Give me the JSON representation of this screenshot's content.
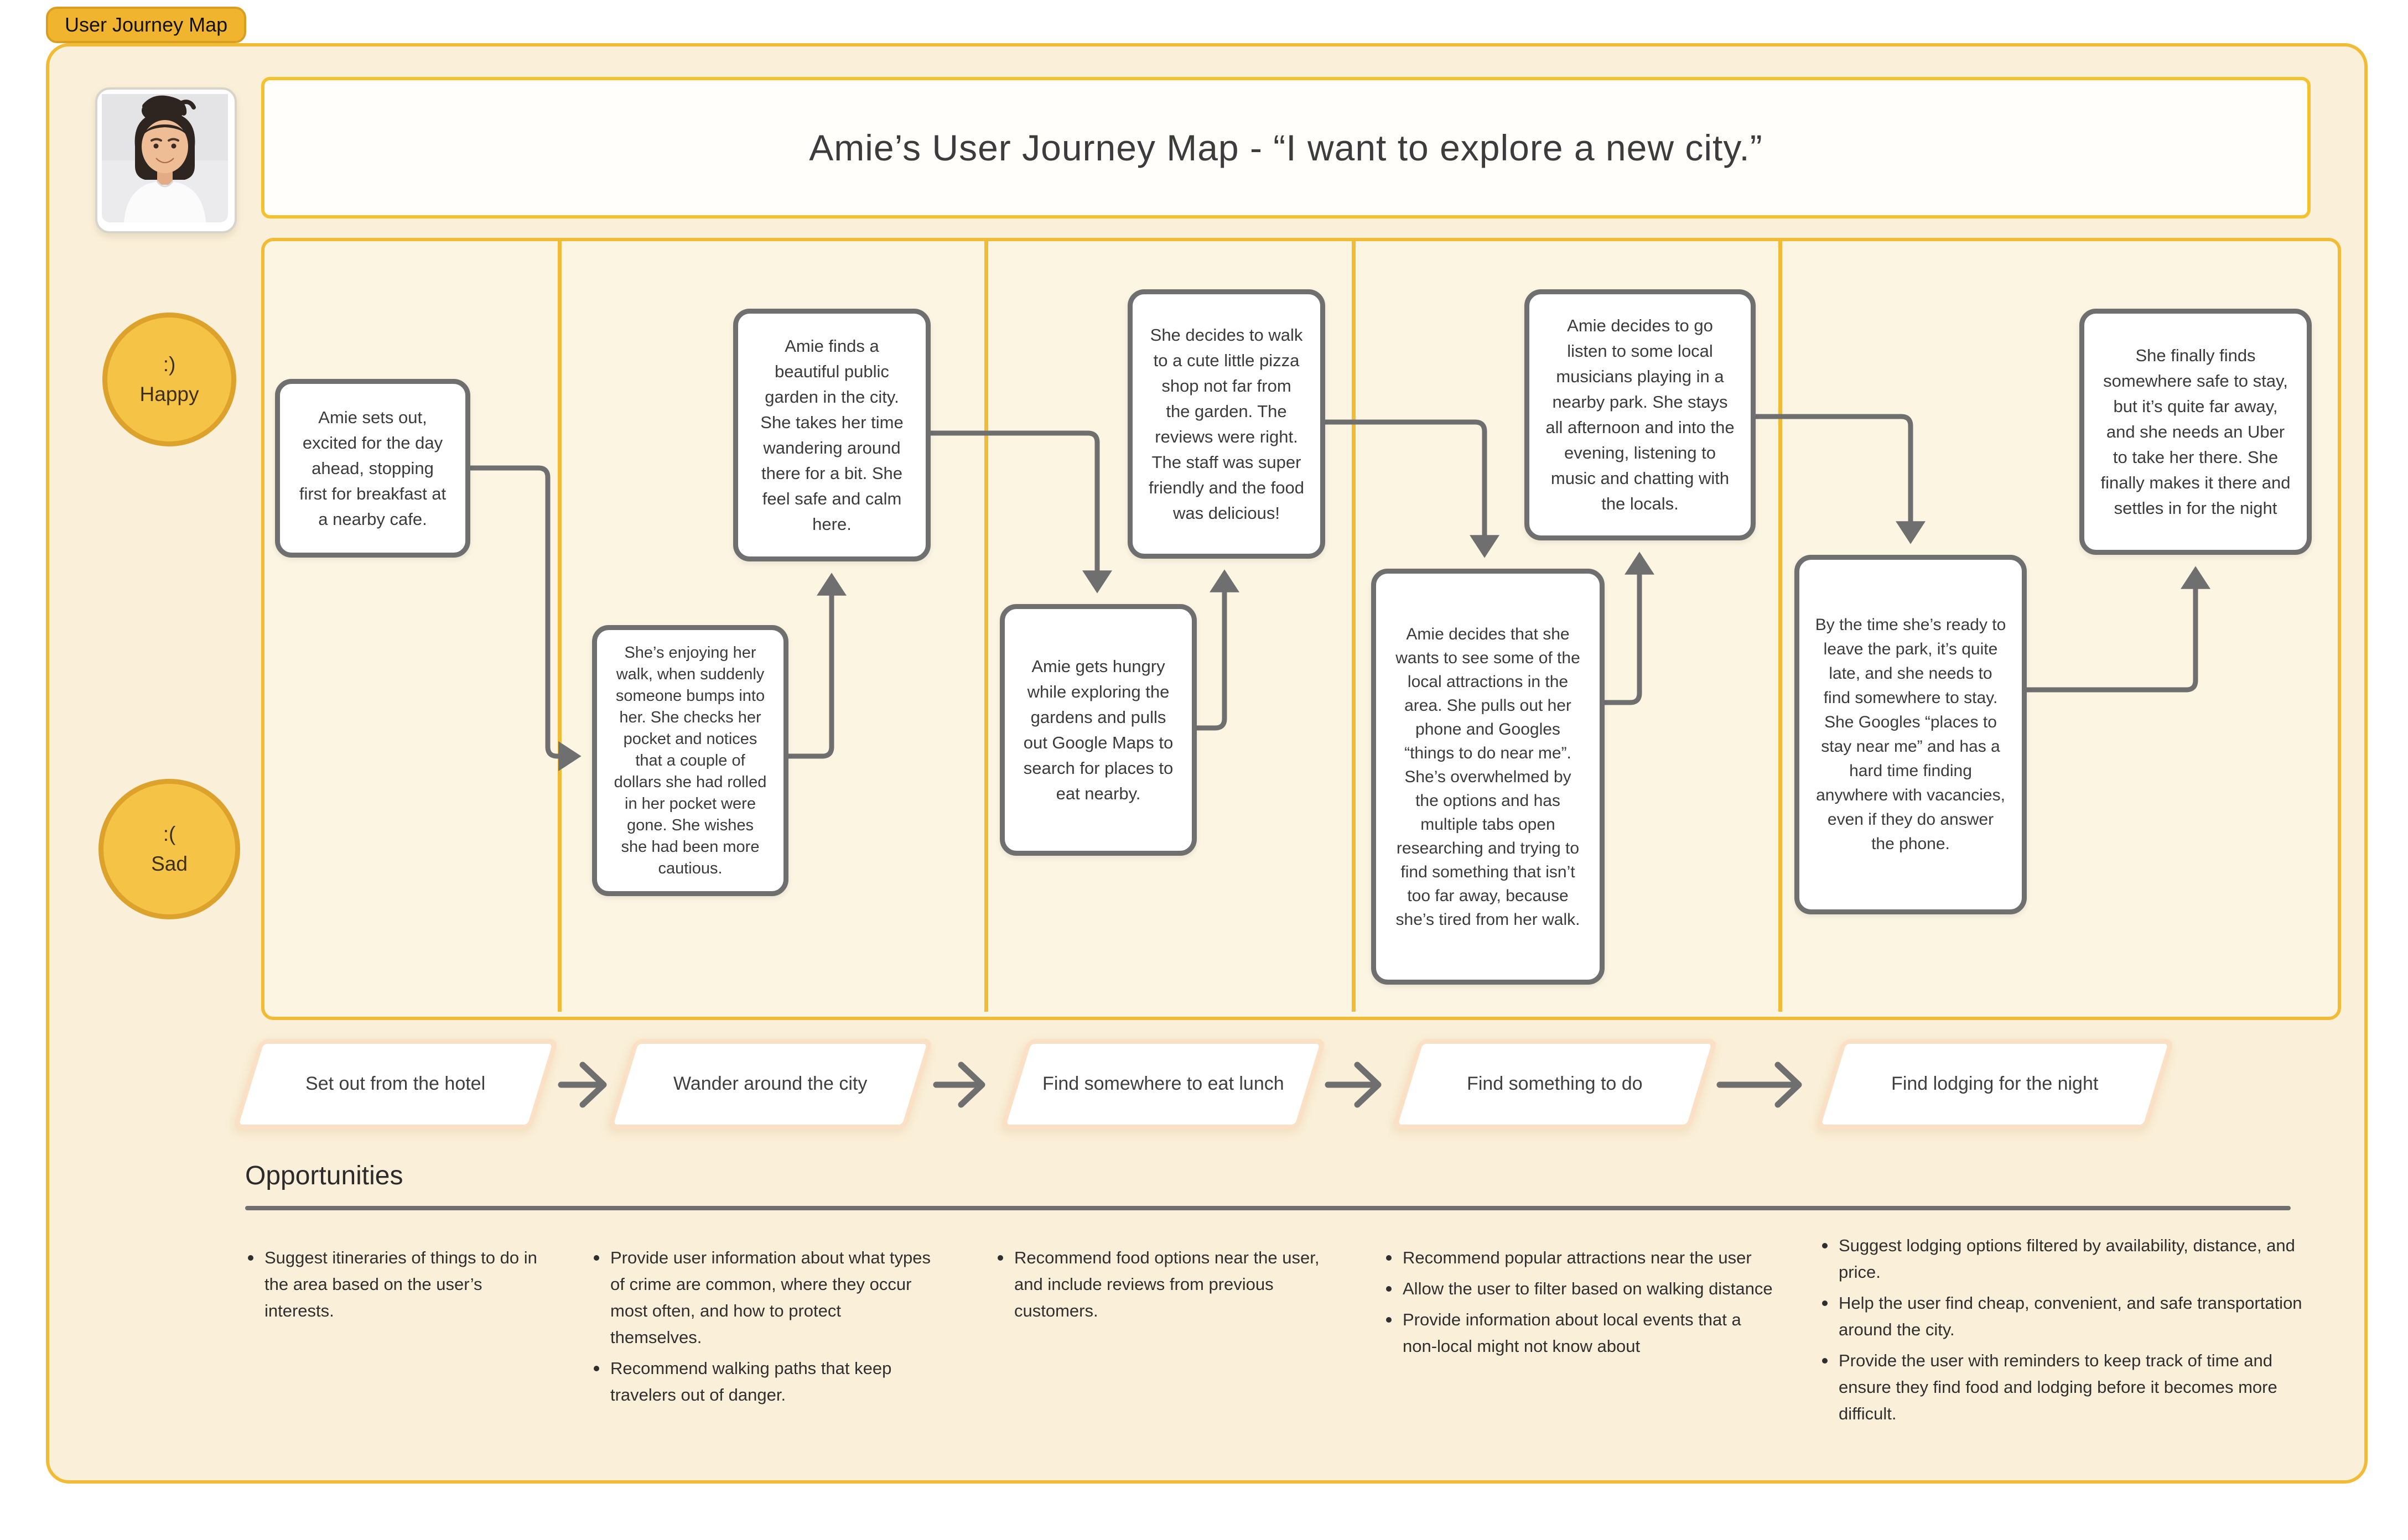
{
  "tag": "User Journey Map",
  "title": "Amie’s User Journey Map - “I want to explore a new city.”",
  "emotions": {
    "happy": {
      "emoticon": ":)",
      "label": "Happy"
    },
    "sad": {
      "emoticon": ":(",
      "label": "Sad"
    }
  },
  "cards": [
    {
      "text": "Amie sets out, excited for the day ahead, stopping first for breakfast at a nearby cafe."
    },
    {
      "text": "She’s enjoying her walk, when suddenly someone bumps into her. She checks her pocket and notices that a couple of dollars she had rolled in her pocket were gone. She wishes she had been more cautious."
    },
    {
      "text": "Amie finds a beautiful public garden in the city. She takes her time wandering around there for a bit. She feel safe and calm here."
    },
    {
      "text": "Amie gets hungry while exploring the gardens and pulls out Google Maps to search for places to eat nearby."
    },
    {
      "text": "She decides to walk to a cute little pizza shop not far from the garden. The reviews were right. The staff was super friendly and the food was delicious!"
    },
    {
      "text": "Amie decides that she wants to see some of the local attractions in the area. She pulls out her phone and Googles “things to do near me”. She’s overwhelmed by the options and has multiple tabs open researching and trying to find something that isn’t too far away, because she’s tired from her walk."
    },
    {
      "text": "Amie decides to go listen to some local musicians playing in a nearby park. She stays all afternoon and into the evening, listening to music and chatting with the locals."
    },
    {
      "text": "By the time she’s ready to leave the park, it’s quite late, and she needs to find somewhere to stay. She Googles “places to stay near me” and has a hard time finding anywhere with vacancies, even if they do answer the phone."
    },
    {
      "text": "She finally finds somewhere safe to stay, but it’s quite far away, and she needs an Uber to take her there. She finally makes it there and settles in for the night"
    }
  ],
  "stages": [
    {
      "label": "Set out from the hotel"
    },
    {
      "label": "Wander around the city"
    },
    {
      "label": "Find somewhere to eat lunch"
    },
    {
      "label": "Find something to do"
    },
    {
      "label": "Find lodging for the night"
    }
  ],
  "opportunities": {
    "heading": "Opportunities",
    "columns": [
      {
        "items": [
          "Suggest itineraries of things to do in the area based on the user’s interests."
        ]
      },
      {
        "items": [
          "Provide user information about what types of crime are common, where they occur most often, and how to protect themselves.",
          "Recommend walking paths that keep travelers out of danger."
        ]
      },
      {
        "items": [
          "Recommend food options near the user, and include reviews from previous customers."
        ]
      },
      {
        "items": [
          "Recommend popular attractions near the user",
          "Allow the user to filter based on walking distance",
          "Provide information about local events that a non-local might not know about"
        ]
      },
      {
        "items": [
          "Suggest lodging options filtered by availability, distance, and price.",
          "Help the user find cheap, convenient, and safe transportation around the city.",
          "Provide the user with reminders to keep track of time and ensure they find food and lodging before it becomes more difficult."
        ]
      }
    ]
  },
  "colors": {
    "accent_gold": "#f2bb35",
    "tag_fill": "#f1b42e",
    "circle_fill": "#f5c345",
    "circle_border": "#dda22b",
    "card_border": "#6f6f6f",
    "arrow": "#6f6f6f",
    "stage_border": "#fae1c5",
    "board_fill": "#faefd8",
    "journey_fill": "#fcf5e2"
  }
}
